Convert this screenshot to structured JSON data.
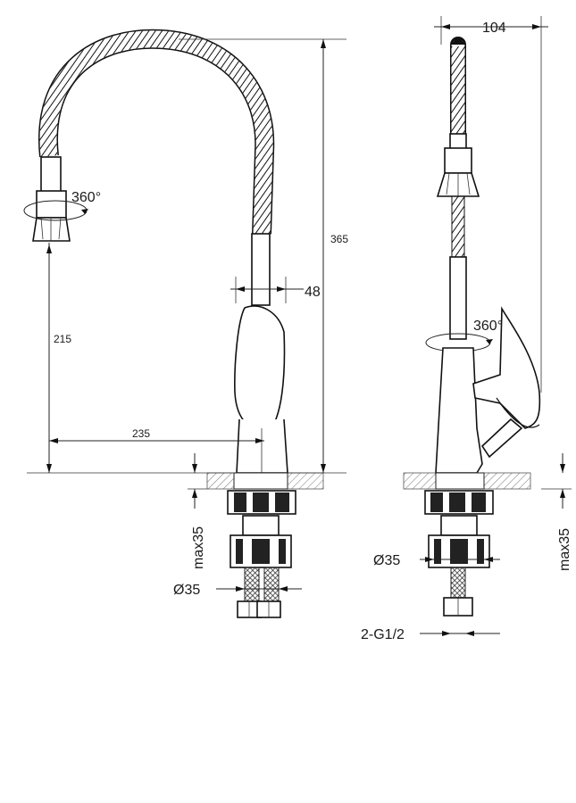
{
  "front_view": {
    "height_total": "365",
    "rotation_label": "360°",
    "spout_height": "215",
    "reach": "235",
    "body_width": "48",
    "max_depth": "max35",
    "base_diameter": "Ø35"
  },
  "side_view": {
    "overall_width": "104",
    "rotation_label": "360°",
    "base_diameter": "Ø35",
    "max_depth": "max35",
    "thread": "2-G1/2"
  },
  "colors": {
    "line": "#111111",
    "background": "#ffffff",
    "hatch": "#555555"
  }
}
